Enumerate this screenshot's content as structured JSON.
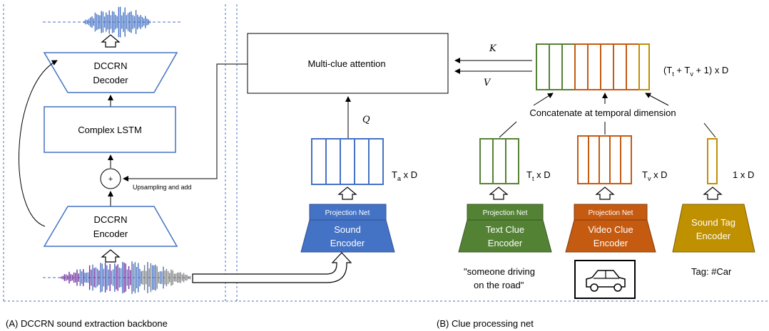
{
  "backbone": {
    "decoder_label": [
      "DCCRN",
      "Decoder"
    ],
    "lstm_label": "Complex LSTM",
    "plus_symbol": "+",
    "upsample_label": "Upsampling and add",
    "encoder_label": [
      "DCCRN",
      "Encoder"
    ],
    "caption": "(A) DCCRN sound extraction backbone"
  },
  "clue_net": {
    "attention_label": "Multi-clue attention",
    "k_label": "K",
    "v_label": "V",
    "q_label": "Q",
    "concat_label": "Concatenate at temporal dimension",
    "concat_dim": {
      "prefix": "(T",
      "sub1": "t",
      "mid": " + T",
      "sub2": "v",
      "suffix": " + 1) x D"
    },
    "sound_dim": {
      "prefix": "T",
      "sub": "a",
      "suffix": " x D"
    },
    "text_dim": {
      "prefix": "T",
      "sub": "t",
      "suffix": " x D"
    },
    "video_dim": {
      "prefix": "T",
      "sub": "v",
      "suffix": " x D"
    },
    "tag_dim": "1 x D",
    "projection_net": "Projection Net",
    "sound_encoder": [
      "Sound",
      "Encoder"
    ],
    "text_encoder": [
      "Text Clue",
      "Encoder"
    ],
    "video_encoder": [
      "Video Clue",
      "Encoder"
    ],
    "tag_encoder": [
      "Sound Tag",
      "Encoder"
    ],
    "text_example": [
      "\"someone driving",
      "on the road\""
    ],
    "tag_example": "Tag: #Car",
    "caption": "(B) Clue processing net"
  },
  "colors": {
    "blue": "#4472C4",
    "green": "#548235",
    "orange": "#C55A11",
    "gold": "#BF9000",
    "purple": "#7030A0",
    "gray": "#808080",
    "dashed": "#4472C4"
  }
}
